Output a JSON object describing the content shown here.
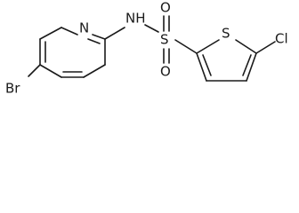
{
  "molecule": {
    "atoms": {
      "br": "Br",
      "n_pyridine": "N",
      "nh": "NH",
      "s_sulfonyl": "S",
      "o_top": "O",
      "o_bottom": "O",
      "s_thiophene": "S",
      "cl": "Cl"
    }
  }
}
